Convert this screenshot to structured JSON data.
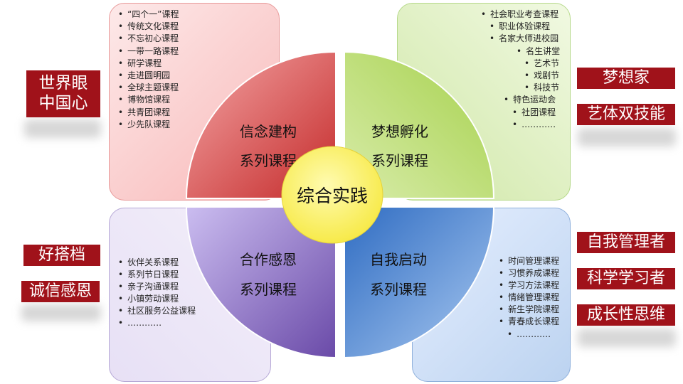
{
  "quadrants": {
    "tl": {
      "line1": "信念建构",
      "line2": "系列课程",
      "items": [
        "“四个一”课程",
        "传统文化课程",
        "不忘初心课程",
        "一带一路课程",
        "研学课程",
        "走进圆明园",
        "全球主题课程",
        "博物馆课程",
        "共青团课程",
        "少先队课程"
      ]
    },
    "tr": {
      "line1": "梦想孵化",
      "line2": "系列课程",
      "items": [
        "社会职业考查课程",
        "职业体验课程",
        "名家大师进校园",
        "名生讲堂",
        "艺术节",
        "戏剧节",
        "科技节",
        "特色运动会",
        "社团课程",
        "…………"
      ]
    },
    "bl": {
      "line1": "合作感恩",
      "line2": "系列课程",
      "items": [
        "伙伴关系课程",
        "系列节日课程",
        "亲子沟通课程",
        "小镇劳动课程",
        "社区服务公益课程",
        "…………"
      ]
    },
    "br": {
      "line1": "自我启动",
      "line2": "系列课程",
      "items": [
        "时间管理课程",
        "习惯养成课程",
        "学习方法课程",
        "情绪管理课程",
        "新生学院课程",
        "青春成长课程",
        "…………"
      ]
    }
  },
  "center": "综合实践",
  "tags": {
    "tl": [
      "世界眼",
      "中国心"
    ],
    "tr": [
      "梦想家",
      "艺体双技能"
    ],
    "bl": [
      "好搭档",
      "诚信感恩"
    ],
    "br": [
      "自我管理者",
      "科学学习者",
      "成长性思维"
    ]
  },
  "colors": {
    "tag_bg": "#a0121a",
    "tl": "#e05050",
    "tr": "#8cc23a",
    "bl": "#8a6bc4",
    "br": "#3a78c8",
    "center": "#fff25a"
  }
}
